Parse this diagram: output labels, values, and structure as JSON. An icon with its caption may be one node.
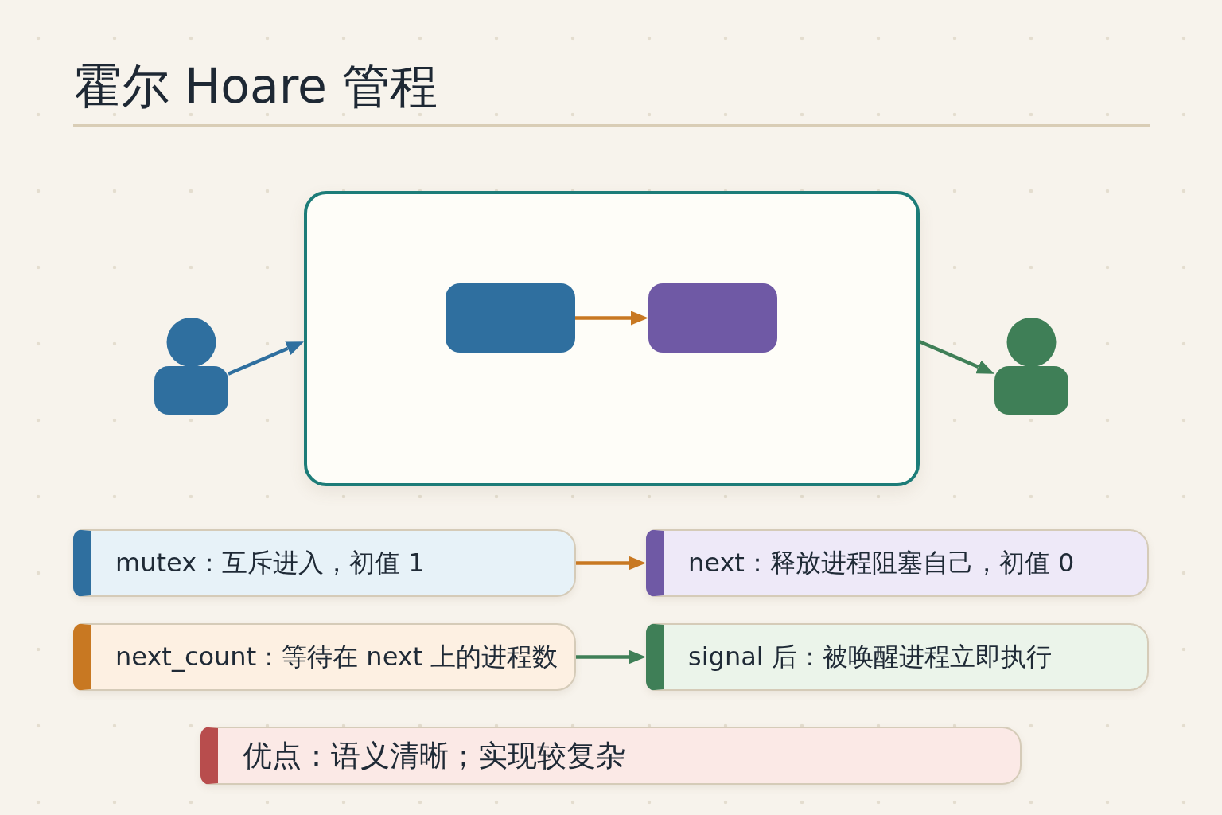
{
  "diagram": {
    "title": "霍尔 Hoare 管程",
    "nodes": [
      {
        "text": [],
        "shape": "person"
      },
      {
        "text": [],
        "shape": "box"
      },
      {
        "text": [],
        "shape": "box",
        "in": 1
      },
      {
        "text": [],
        "shape": "box",
        "in": 1
      },
      {
        "text": [],
        "shape": "person"
      },
      {
        "text": [
          "mutex：互斥进入，初值 1"
        ]
      },
      {
        "text": [
          "next：释放进程阻塞自己，初值 0"
        ]
      },
      {
        "text": [
          "next_count：等待在 next 上的进程数"
        ]
      },
      {
        "text": [
          "signal 后：被唤醒进程立即执行"
        ]
      },
      {
        "text": [
          "优点：语义清晰；实现较复杂"
        ]
      }
    ],
    "edges": [
      {
        "from": 0,
        "to": 1,
        "arrow": "to",
        "color": "#2f6f9f"
      },
      {
        "from": 2,
        "to": 3,
        "arrow": "to",
        "color": "#c87822"
      },
      {
        "from": 1,
        "to": 4,
        "arrow": "to",
        "color": "#3f7f57"
      },
      {
        "from": 5,
        "to": 6,
        "arrow": "to",
        "color": "#c87822"
      },
      {
        "from": 7,
        "to": 8,
        "arrow": "to",
        "color": "#3f7f57"
      }
    ]
  }
}
